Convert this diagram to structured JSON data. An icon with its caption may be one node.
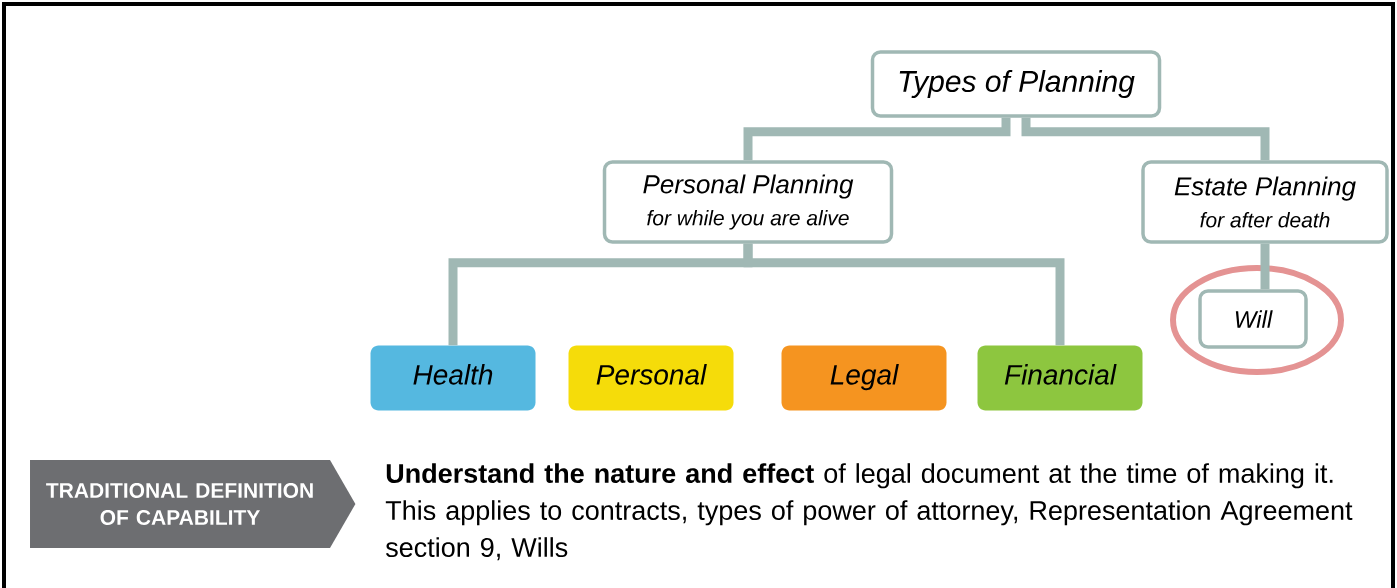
{
  "diagram": {
    "nodes": [
      {
        "text": [
          "Types of Planning"
        ]
      },
      {
        "text": [
          "Personal Planning",
          "for while you are alive"
        ]
      },
      {
        "text": [
          "Estate Planning",
          "for after death"
        ]
      },
      {
        "text": [
          "Health"
        ]
      },
      {
        "text": [
          "Personal"
        ]
      },
      {
        "text": [
          "Legal"
        ]
      },
      {
        "text": [
          "Financial"
        ]
      },
      {
        "text": [
          "Will"
        ]
      },
      {
        "text": [
          "TRADITIONAL DEFINITION OF CAPABILITY"
        ]
      }
    ],
    "edges": [
      {
        "from": 0,
        "to": 1,
        "arrow": "none"
      },
      {
        "from": 0,
        "to": 2,
        "arrow": "none"
      },
      {
        "from": 1,
        "to": 3,
        "arrow": "none"
      },
      {
        "from": 1,
        "to": 6,
        "arrow": "none"
      },
      {
        "from": 2,
        "to": 7,
        "arrow": "none"
      }
    ],
    "labels": [
      "**Understand the nature and effect** of legal document at the time of making it. This applies to contracts, types of power of attorney, Representation Agreement section 9, Wills"
    ]
  }
}
